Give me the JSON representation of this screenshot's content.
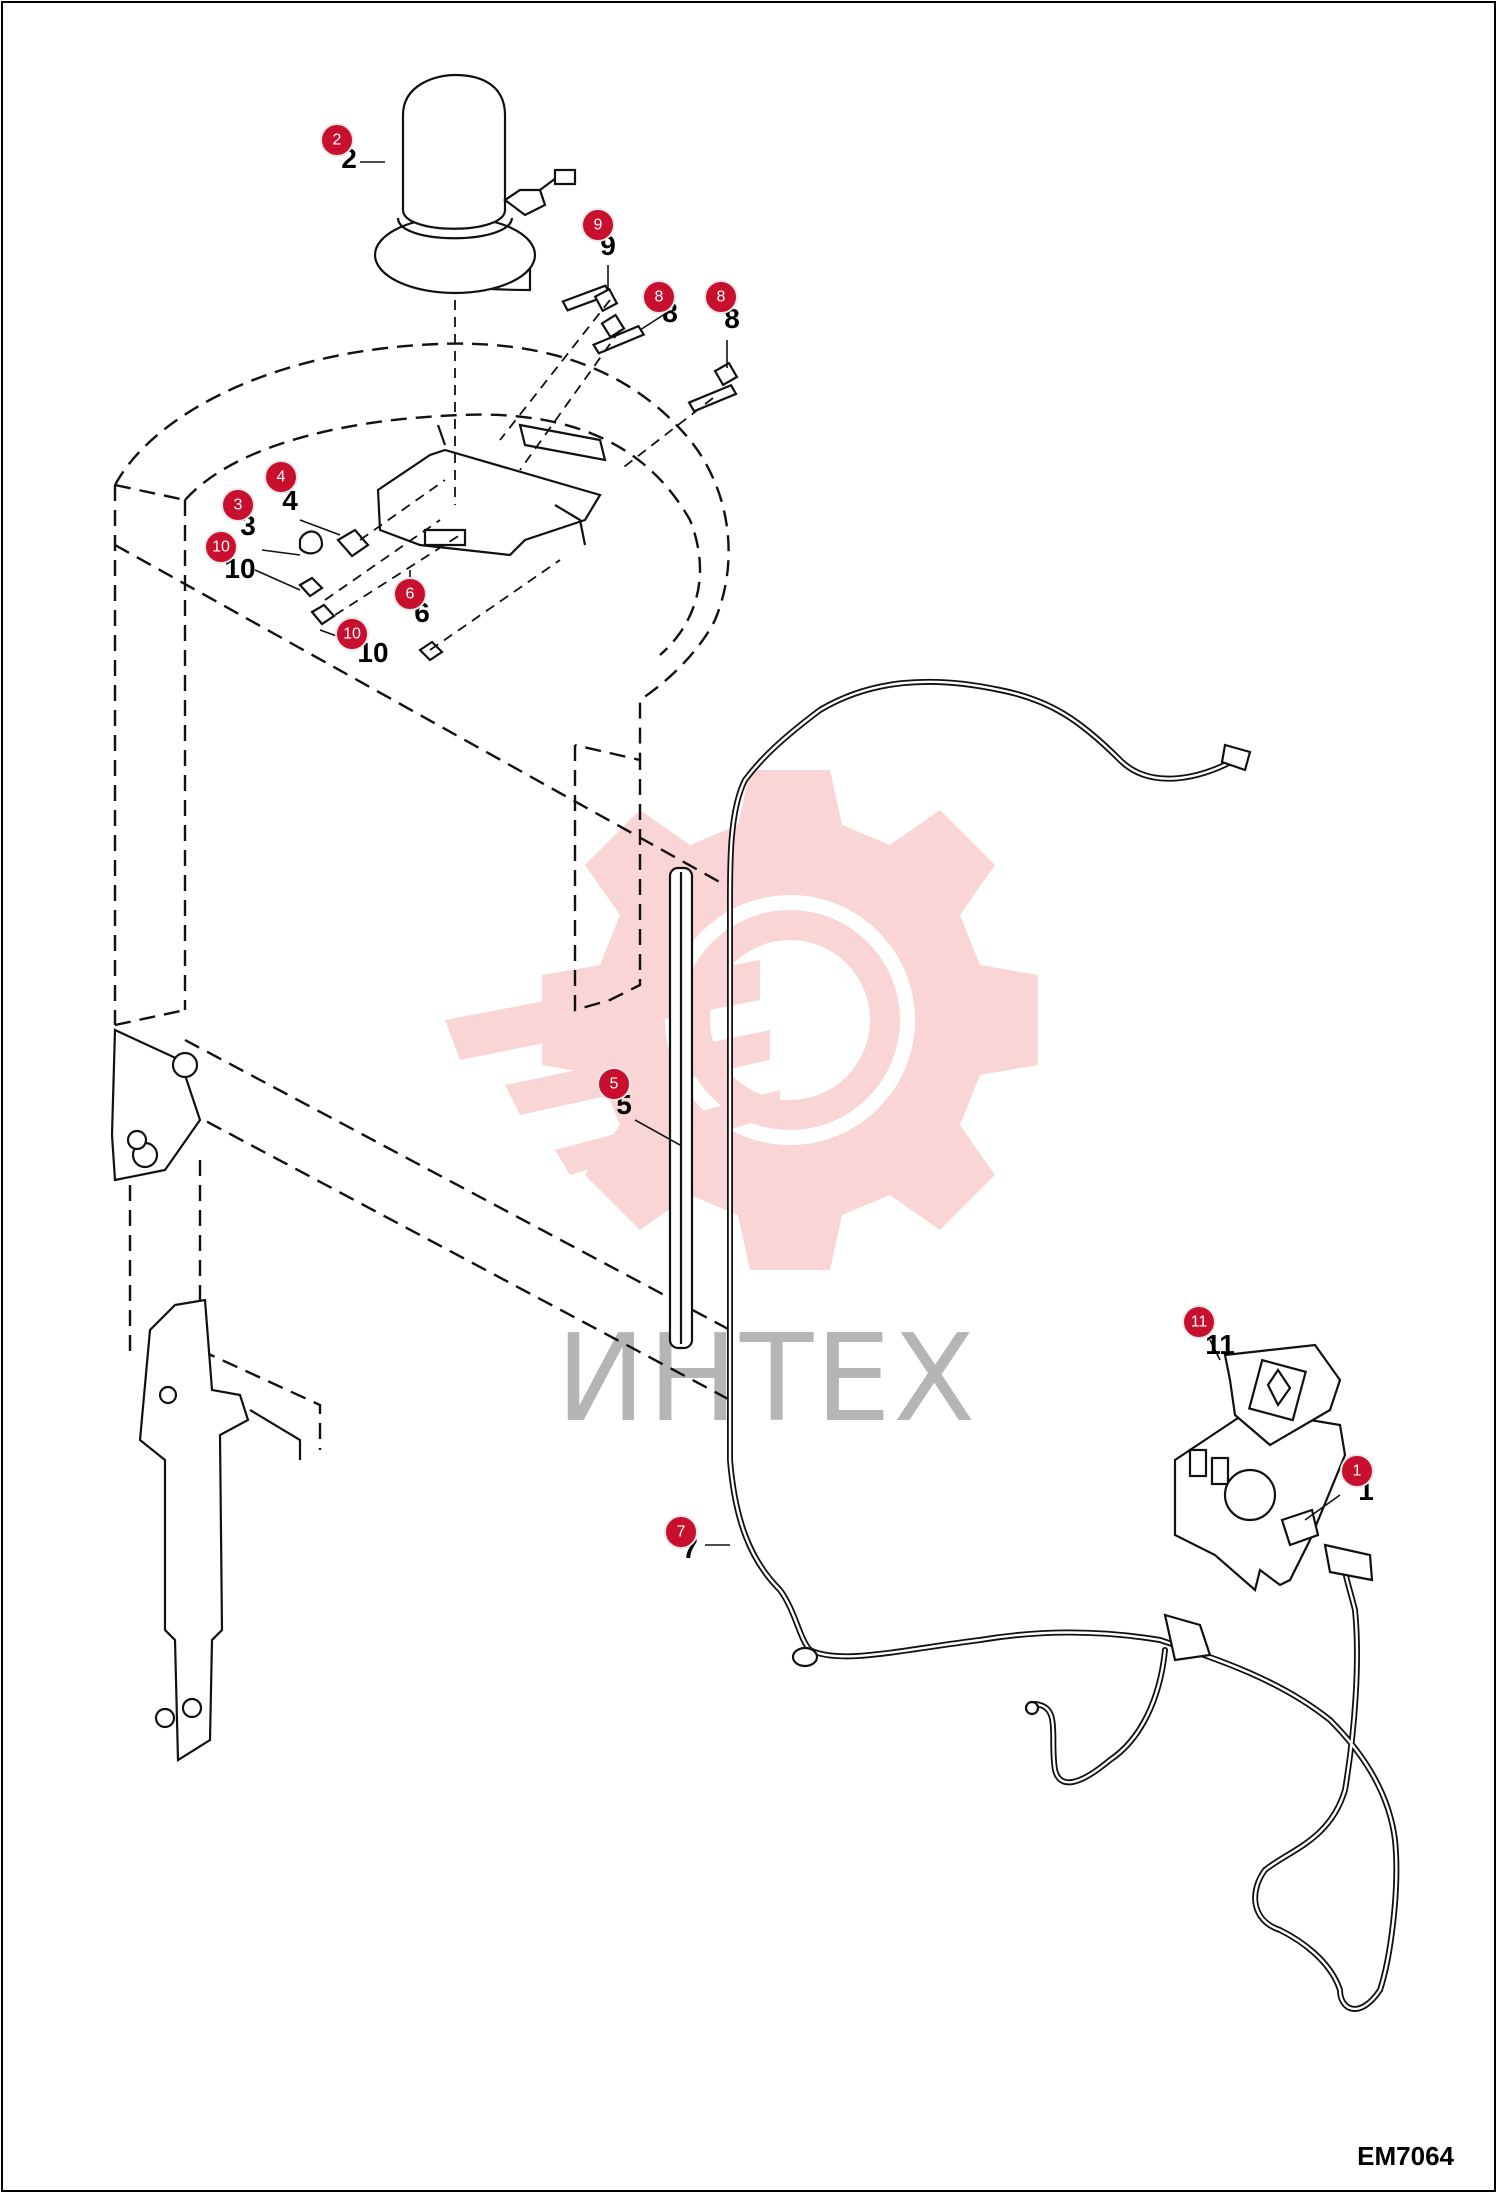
{
  "figure_code": "EM7064",
  "watermark": {
    "text": "ИНТЕХ",
    "color": "#f28a8a"
  },
  "callouts": [
    {
      "label": "2"
    },
    {
      "label": "9"
    },
    {
      "label": "8"
    },
    {
      "label": "8"
    },
    {
      "label": "4"
    },
    {
      "label": "3"
    },
    {
      "label": "10"
    },
    {
      "label": "6"
    },
    {
      "label": "10"
    },
    {
      "label": "5"
    },
    {
      "label": "11"
    },
    {
      "label": "1"
    },
    {
      "label": "7"
    }
  ],
  "badge_color": "#c8102e"
}
